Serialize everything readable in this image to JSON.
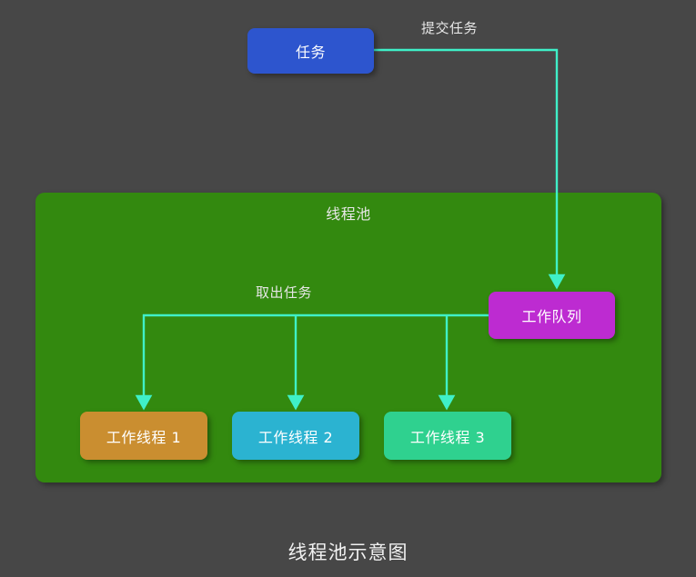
{
  "diagram": {
    "caption": "线程池示意图",
    "background_color": "#474747",
    "edge_color": "#3ff0c8",
    "pool": {
      "title": "线程池",
      "color": "#33890f"
    },
    "nodes": [
      {
        "id": "task",
        "label": "任务",
        "color": "#2d55ce"
      },
      {
        "id": "queue",
        "label": "工作队列",
        "color": "#bd2bd1"
      },
      {
        "id": "worker1",
        "label": "工作线程 1",
        "color": "#ca8e30"
      },
      {
        "id": "worker2",
        "label": "工作线程 2",
        "color": "#2bb3d1"
      },
      {
        "id": "worker3",
        "label": "工作线程 3",
        "color": "#2fd18f"
      }
    ],
    "edges": [
      {
        "id": "submit",
        "label": "提交任务",
        "from": "task",
        "to": "queue"
      },
      {
        "id": "take",
        "label": "取出任务",
        "from": "queue",
        "to": "worker1, worker2, worker3"
      }
    ]
  }
}
